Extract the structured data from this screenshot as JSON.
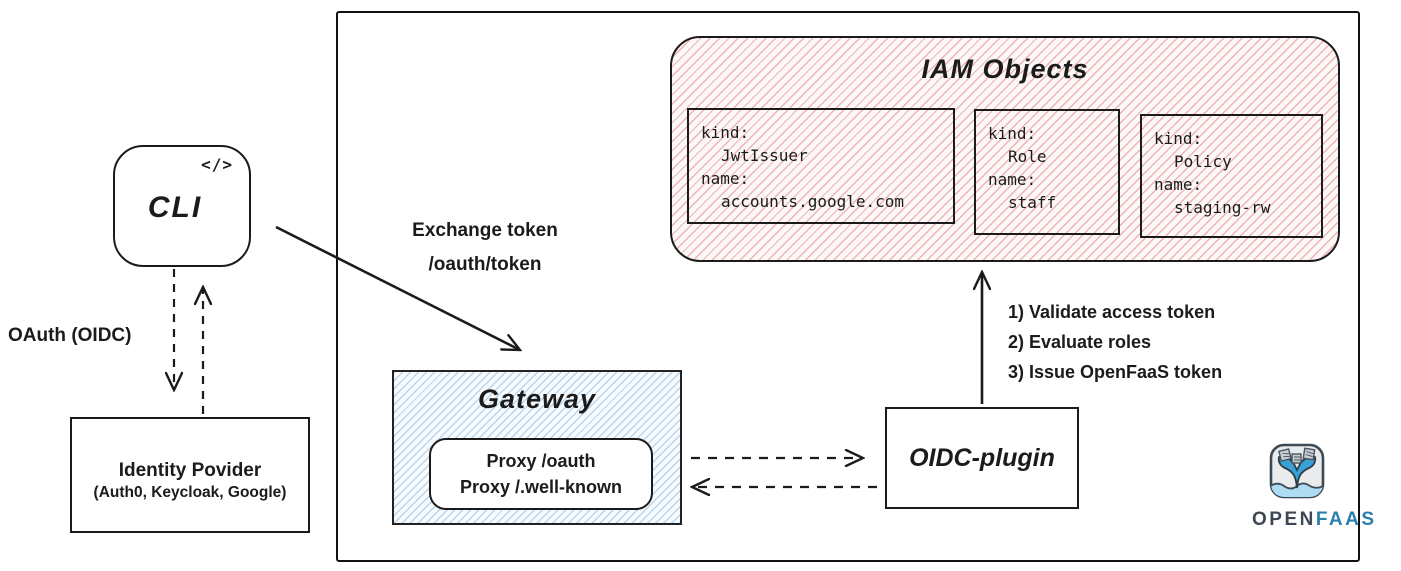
{
  "colors": {
    "ink": "#1b1b1b",
    "iam_hatch": "#dd6868",
    "gateway_hatch": "#7ab0de",
    "logo_dark": "#3d4854",
    "logo_blue": "#2b7fad",
    "whale_blue": "#38a2d7",
    "water_blue": "#aedcf2"
  },
  "cli": {
    "icon": "</>",
    "label": "CLI"
  },
  "oauth_label": "OAuth (OIDC)",
  "identity_provider": {
    "title": "Identity Povider",
    "subtitle": "(Auth0, Keycloak, Google)"
  },
  "exchange_label": {
    "line1": "Exchange token",
    "line2": "/oauth/token"
  },
  "gateway": {
    "title": "Gateway",
    "proxy_lines": [
      "Proxy /oauth",
      "Proxy /.well-known"
    ]
  },
  "oidc_plugin": {
    "label": "OIDC-plugin"
  },
  "iam": {
    "title": "IAM Objects",
    "kind_label": "kind:",
    "name_label": "name:",
    "objects": [
      {
        "kind": "JwtIssuer",
        "name": "accounts.google.com"
      },
      {
        "kind": "Role",
        "name": "staff"
      },
      {
        "kind": "Policy",
        "name": "staging-rw"
      }
    ]
  },
  "steps": [
    "1) Validate access token",
    "2) Evaluate roles",
    "3) Issue OpenFaaS token"
  ],
  "logo": {
    "brand_open": "OPEN",
    "brand_faas": "FAAS"
  }
}
